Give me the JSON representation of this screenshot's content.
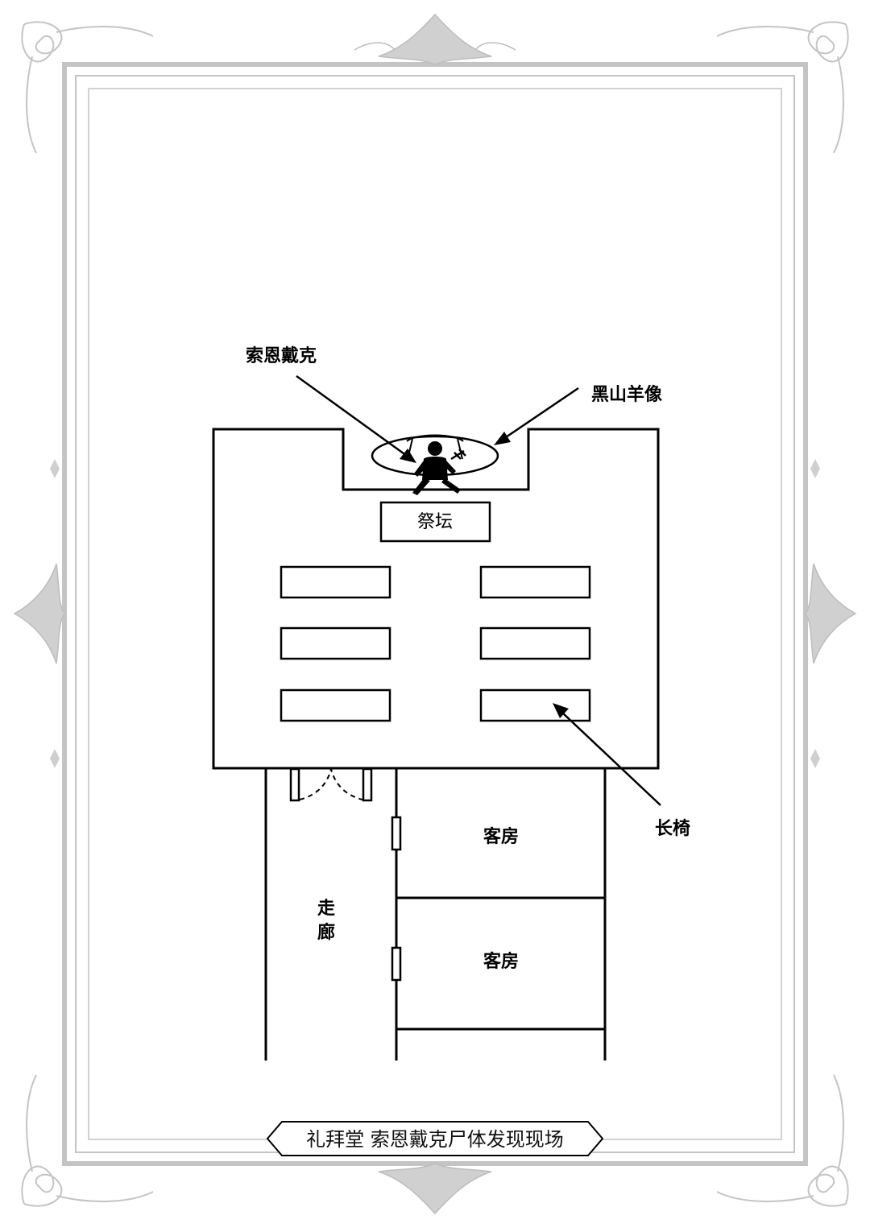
{
  "labels": {
    "victim": "索恩戴克",
    "statue": "黑山羊像",
    "altar": "祭坛",
    "pew": "长椅",
    "corridor_1": "走",
    "corridor_2": "廊",
    "guest_room_1": "客房",
    "guest_room_2": "客房"
  },
  "caption": "礼拜堂 索恩戴克尸体发现现场",
  "colors": {
    "frame": "#bdbdbd",
    "ink": "#000000"
  }
}
